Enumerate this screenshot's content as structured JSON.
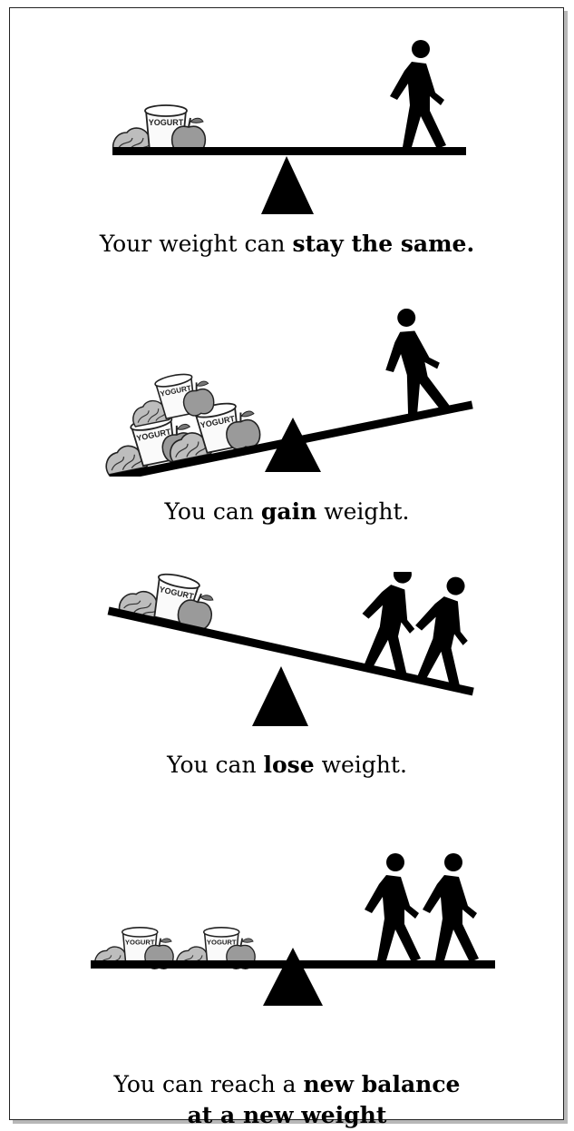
{
  "panels": [
    {
      "caption_plain": "Your weight can ",
      "caption_bold": "stay the same.",
      "caption_tail": "",
      "state": "balanced",
      "food_items": 1,
      "people": 1
    },
    {
      "caption_plain": "You can ",
      "caption_bold": "gain",
      "caption_tail": " weight.",
      "state": "food-side-down",
      "food_items": 3,
      "people": 1
    },
    {
      "caption_plain": "You can ",
      "caption_bold": "lose",
      "caption_tail": " weight.",
      "state": "activity-side-down",
      "food_items": 1,
      "people": 2
    },
    {
      "caption_plain": "You can reach a ",
      "caption_bold": "new balance",
      "caption_line2_bold": "at a new weight",
      "state": "balanced",
      "food_items": 2,
      "people": 2
    }
  ],
  "yogurt_label": "YOGURT",
  "colors": {
    "ink": "#000000",
    "food_gray": "#9a9a9a",
    "frame_shadow": "#b8b8b8"
  },
  "icons": [
    "lettuce-icon",
    "yogurt-cup-icon",
    "apple-icon",
    "walking-person-icon",
    "fulcrum-triangle-icon"
  ]
}
